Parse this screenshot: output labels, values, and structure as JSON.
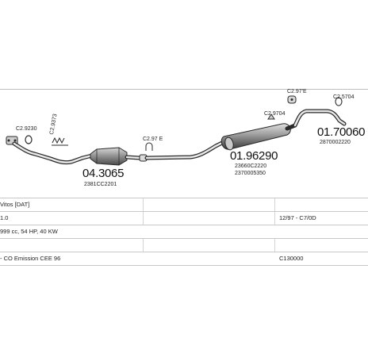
{
  "parts": [
    {
      "id": "small-1",
      "code": "C2.9230"
    },
    {
      "id": "small-2",
      "code": "C2.9373"
    },
    {
      "id": "small-3",
      "code": "C2.97 E"
    },
    {
      "id": "small-4",
      "code": "C2.97'E"
    },
    {
      "id": "small-5",
      "code": "C2.9704"
    },
    {
      "id": "small-6",
      "code": "C2.5704"
    }
  ],
  "main_parts": [
    {
      "id": "catalyst",
      "code": "04.3065",
      "oe": "2381CC2201",
      "oe2": ""
    },
    {
      "id": "middle",
      "code": "01.96290",
      "oe": "23660C2220",
      "oe2": "2370005350"
    },
    {
      "id": "rear",
      "code": "01.70060",
      "oe": "2870002220",
      "oe2": ""
    }
  ],
  "vehicle": {
    "model": "Vitos [DAT]",
    "engine": "1.0",
    "years": "12/97 - C7/0D",
    "specs": "999 cc, 54 HP, 40 KW",
    "emission": "- CO Emission CEE 96",
    "code": "C130000"
  },
  "colors": {
    "line": "#2a2a2a",
    "catalyst_fill": "#9a9a9a",
    "muffler_fill": "#8a8a8a",
    "rule": "#c8c8c8"
  }
}
